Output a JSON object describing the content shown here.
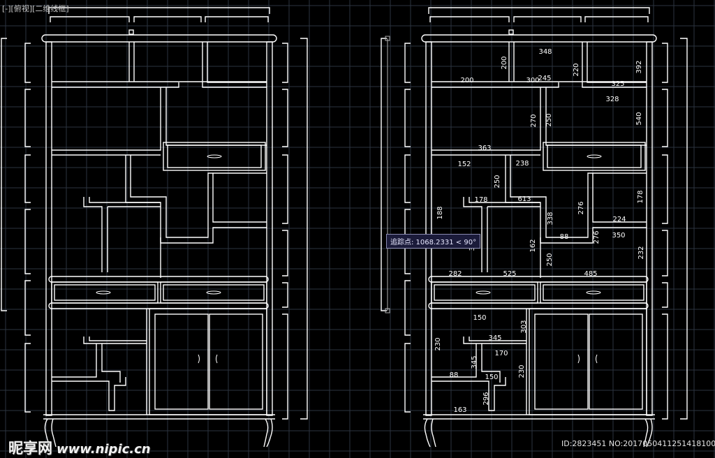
{
  "viewport": {
    "label": "[-][俯视][二维线框]"
  },
  "tooltip": {
    "text": "追踪点: 1068.2331 < 90°"
  },
  "watermark": {
    "logo_text": "昵享网",
    "url": "www.nipic.cn"
  },
  "id_text": "ID:2823451 NO:20170504112514181000",
  "colors": {
    "background": "#000000",
    "grid": "#2c3440",
    "lines": "#ffffff",
    "text": "#ffffff"
  },
  "dimensions": [
    "348",
    "200",
    "245",
    "220",
    "392",
    "200",
    "300",
    "325",
    "328",
    "270",
    "250",
    "540",
    "363",
    "152",
    "238",
    "250",
    "178",
    "178",
    "613",
    "188",
    "338",
    "276",
    "224",
    "88",
    "276",
    "350",
    "350",
    "162",
    "250",
    "232",
    "282",
    "525",
    "485",
    "150",
    "303",
    "345",
    "230",
    "170",
    "345",
    "230",
    "88",
    "150",
    "296",
    "163"
  ]
}
